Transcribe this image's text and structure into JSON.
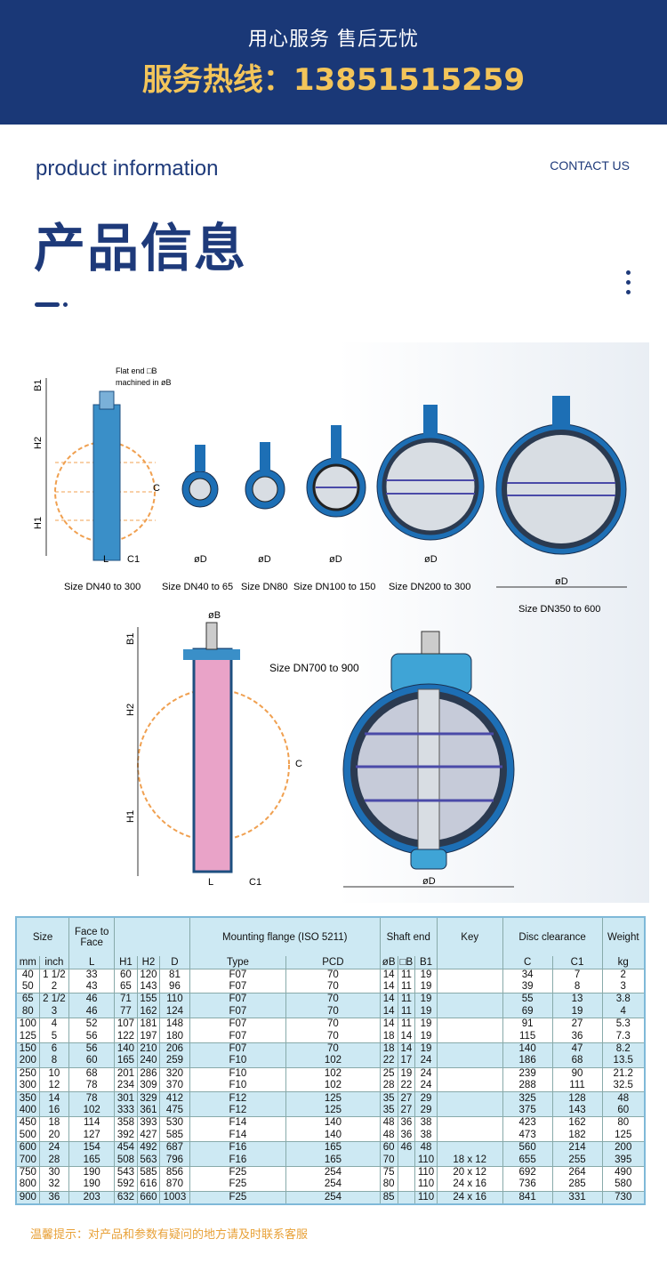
{
  "banner": {
    "slogan": "用心服务  售后无忧",
    "hotline": "服务热线：13851515259"
  },
  "header": {
    "en_title": "product information",
    "contact": "CONTACT US",
    "cn_title": "产品信息"
  },
  "diagram": {
    "flat_end": "Flat end □B",
    "machined": "machined in øB",
    "B1": "B1",
    "H2": "H2",
    "H1": "H1",
    "C": "C",
    "L": "L",
    "C1": "C1",
    "D": "øD",
    "B": "øB",
    "sizes": [
      "Size DN40 to 300",
      "Size DN40 to 65",
      "Size DN80",
      "Size DN100 to 150",
      "Size DN200 to 300",
      "Size DN350 to 600",
      "Size DN700 to 900"
    ],
    "colors": {
      "body": "#1d6fb5",
      "rim": "#2b3a50",
      "disc": "#d8dde3",
      "orange": "#f0a050"
    }
  },
  "table": {
    "groups": {
      "size": "Size",
      "face": "Face to Face",
      "mount": "Mounting flange (ISO 5211)",
      "shaft": "Shaft end",
      "key": "Key",
      "disc": "Disc clearance",
      "weight": "Weight"
    },
    "columns": [
      "mm",
      "inch",
      "L",
      "H1",
      "H2",
      "D",
      "Type",
      "PCD",
      "øB",
      "□B",
      "B1",
      "",
      "C",
      "C1",
      "kg"
    ],
    "rows": [
      [
        "40",
        "1 1/2",
        "33",
        "60",
        "120",
        "81",
        "F07",
        "70",
        "14",
        "11",
        "19",
        "",
        "34",
        "7",
        "2"
      ],
      [
        "50",
        "2",
        "43",
        "65",
        "143",
        "96",
        "F07",
        "70",
        "14",
        "11",
        "19",
        "",
        "39",
        "8",
        "3"
      ],
      [
        "65",
        "2 1/2",
        "46",
        "71",
        "155",
        "110",
        "F07",
        "70",
        "14",
        "11",
        "19",
        "",
        "55",
        "13",
        "3.8"
      ],
      [
        "80",
        "3",
        "46",
        "77",
        "162",
        "124",
        "F07",
        "70",
        "14",
        "11",
        "19",
        "",
        "69",
        "19",
        "4"
      ],
      [
        "100",
        "4",
        "52",
        "107",
        "181",
        "148",
        "F07",
        "70",
        "14",
        "11",
        "19",
        "",
        "91",
        "27",
        "5.3"
      ],
      [
        "125",
        "5",
        "56",
        "122",
        "197",
        "180",
        "F07",
        "70",
        "18",
        "14",
        "19",
        "",
        "115",
        "36",
        "7.3"
      ],
      [
        "150",
        "6",
        "56",
        "140",
        "210",
        "206",
        "F07",
        "70",
        "18",
        "14",
        "19",
        "",
        "140",
        "47",
        "8.2"
      ],
      [
        "200",
        "8",
        "60",
        "165",
        "240",
        "259",
        "F10",
        "102",
        "22",
        "17",
        "24",
        "",
        "186",
        "68",
        "13.5"
      ],
      [
        "250",
        "10",
        "68",
        "201",
        "286",
        "320",
        "F10",
        "102",
        "25",
        "19",
        "24",
        "",
        "239",
        "90",
        "21.2"
      ],
      [
        "300",
        "12",
        "78",
        "234",
        "309",
        "370",
        "F10",
        "102",
        "28",
        "22",
        "24",
        "",
        "288",
        "111",
        "32.5"
      ],
      [
        "350",
        "14",
        "78",
        "301",
        "329",
        "412",
        "F12",
        "125",
        "35",
        "27",
        "29",
        "",
        "325",
        "128",
        "48"
      ],
      [
        "400",
        "16",
        "102",
        "333",
        "361",
        "475",
        "F12",
        "125",
        "35",
        "27",
        "29",
        "",
        "375",
        "143",
        "60"
      ],
      [
        "450",
        "18",
        "114",
        "358",
        "393",
        "530",
        "F14",
        "140",
        "48",
        "36",
        "38",
        "",
        "423",
        "162",
        "80"
      ],
      [
        "500",
        "20",
        "127",
        "392",
        "427",
        "585",
        "F14",
        "140",
        "48",
        "36",
        "38",
        "",
        "473",
        "182",
        "125"
      ],
      [
        "600",
        "24",
        "154",
        "454",
        "492",
        "687",
        "F16",
        "165",
        "60",
        "46",
        "48",
        "",
        "560",
        "214",
        "200"
      ],
      [
        "700",
        "28",
        "165",
        "508",
        "563",
        "796",
        "F16",
        "165",
        "70",
        "",
        "110",
        "18 x 12",
        "655",
        "255",
        "395"
      ],
      [
        "750",
        "30",
        "190",
        "543",
        "585",
        "856",
        "F25",
        "254",
        "75",
        "",
        "110",
        "20 x 12",
        "692",
        "264",
        "490"
      ],
      [
        "800",
        "32",
        "190",
        "592",
        "616",
        "870",
        "F25",
        "254",
        "80",
        "",
        "110",
        "24 x 16",
        "736",
        "285",
        "580"
      ],
      [
        "900",
        "36",
        "203",
        "632",
        "660",
        "1003",
        "F25",
        "254",
        "85",
        "",
        "110",
        "24 x 16",
        "841",
        "331",
        "730"
      ]
    ]
  },
  "footer": {
    "note": "温馨提示：对产品和参数有疑问的地方请及时联系客服"
  }
}
